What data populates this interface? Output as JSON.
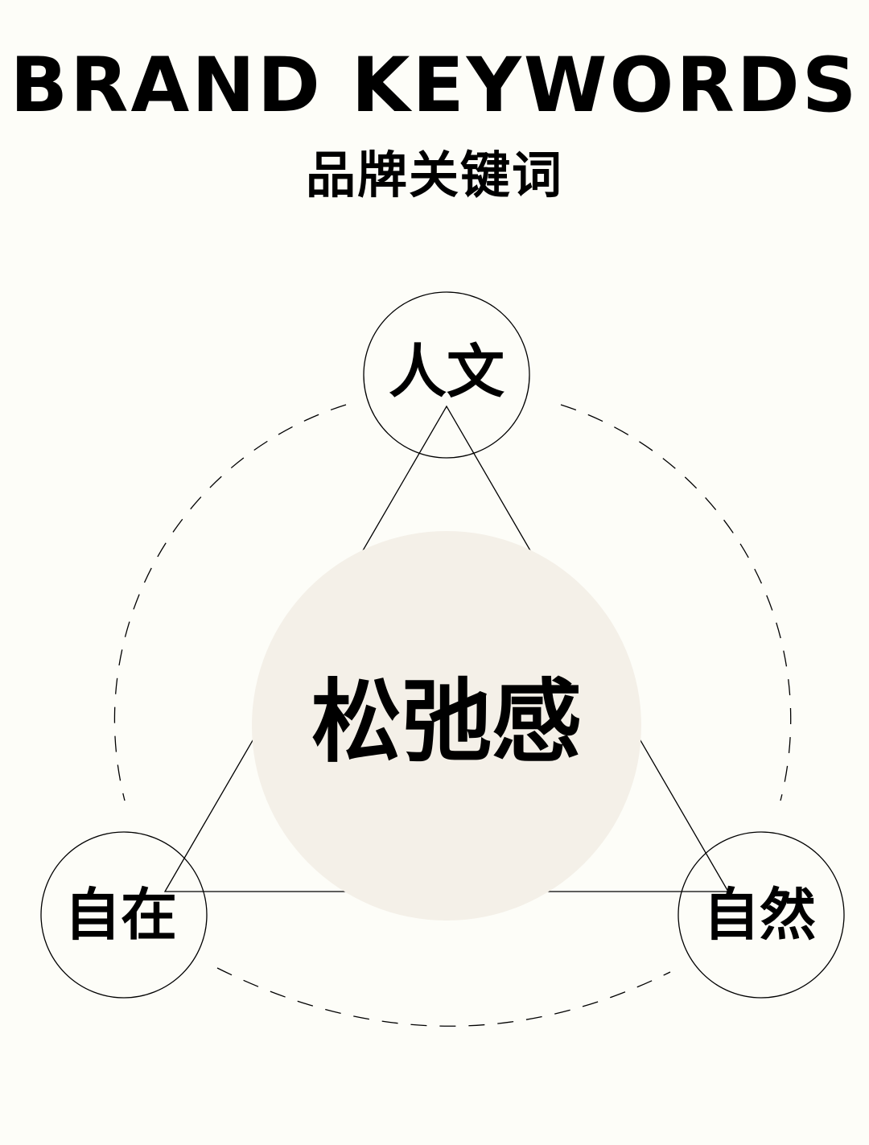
{
  "header": {
    "title_en": "BRAND KEYWORDS",
    "title_cn": "品牌关键词"
  },
  "diagram": {
    "center": {
      "label": "松弛感",
      "fill": "#f4f0e8"
    },
    "nodes": {
      "top": {
        "label": "人文"
      },
      "left": {
        "label": "自在"
      },
      "right": {
        "label": "自然"
      }
    },
    "colors": {
      "background": "#fdfdf8",
      "line": "#000000"
    }
  }
}
